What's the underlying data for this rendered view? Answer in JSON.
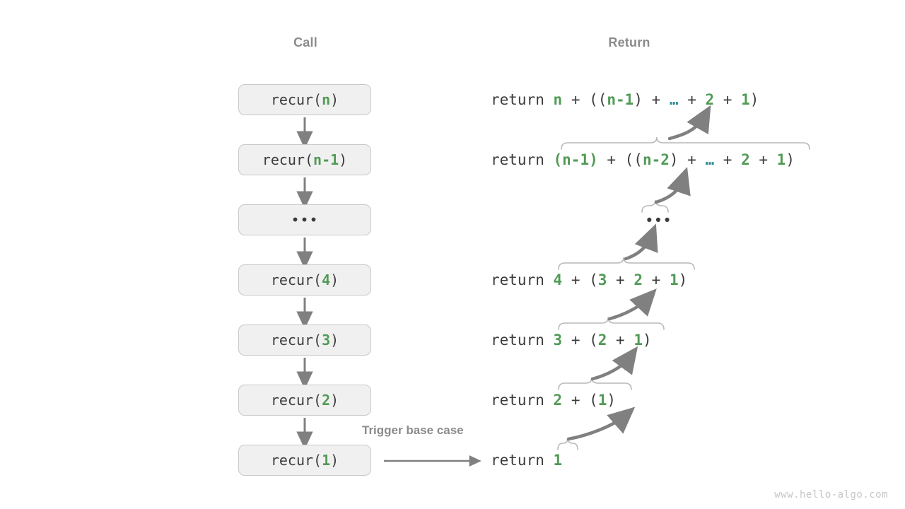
{
  "columns": {
    "call_title": "Call",
    "return_title": "Return"
  },
  "call_stack": [
    {
      "label": "recur(n)",
      "arg": "n",
      "id": "recur-n"
    },
    {
      "label": "recur(n-1)",
      "arg": "n-1",
      "id": "recur-n-1"
    },
    {
      "label": "…",
      "arg": "",
      "id": "ellipsis"
    },
    {
      "label": "recur(4)",
      "arg": "4",
      "id": "recur-4"
    },
    {
      "label": "recur(3)",
      "arg": "3",
      "id": "recur-3"
    },
    {
      "label": "recur(2)",
      "arg": "2",
      "id": "recur-2"
    },
    {
      "label": "recur(1)",
      "arg": "1",
      "id": "recur-1"
    }
  ],
  "returns": [
    {
      "id": "return-n",
      "text": "return n + ((n-1) + … + 2 + 1)"
    },
    {
      "id": "return-n-1",
      "text": "return (n-1) + ((n-2) + … + 2 + 1)"
    },
    {
      "id": "return-dots",
      "text": "…"
    },
    {
      "id": "return-4",
      "text": "return 4 + (3 + 2 + 1)"
    },
    {
      "id": "return-3",
      "text": "return 3 + (2 + 1)"
    },
    {
      "id": "return-2",
      "text": "return 2 + (1)"
    },
    {
      "id": "return-1",
      "text": "return 1"
    }
  ],
  "annotations": {
    "trigger_base_case": "Trigger base case",
    "watermark": "www.hello-algo.com"
  },
  "colors": {
    "green": "#519a56",
    "teal": "#2f8f93",
    "text": "#3c3c3c",
    "gray_label": "#8b8b8b",
    "box_fill": "#f0f0f0",
    "box_border": "#c9c9c9",
    "arrow": "#808080",
    "brace": "#b0b0b0",
    "watermark": "#c6c6c6"
  },
  "chart_data": {
    "type": "diagram",
    "title": "Recursion call and return of sum 1..n",
    "call_labels": [
      "recur(n)",
      "recur(n-1)",
      "…",
      "recur(4)",
      "recur(3)",
      "recur(2)",
      "recur(1)"
    ],
    "return_labels": [
      "return n + ((n-1) + … + 2 + 1)",
      "return (n-1) + ((n-2) + … + 2 + 1)",
      "…",
      "return 4 + (3 + 2 + 1)",
      "return 3 + (2 + 1)",
      "return 2 + (1)",
      "return 1"
    ]
  }
}
